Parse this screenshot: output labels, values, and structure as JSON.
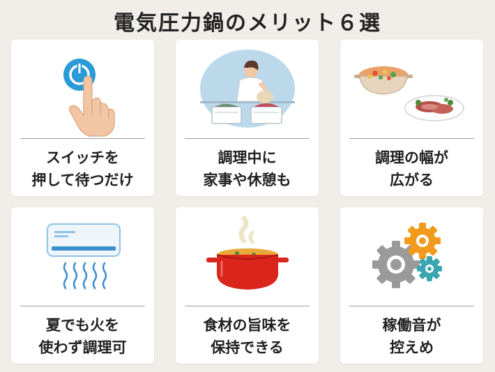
{
  "title": "電気圧力鍋のメリット６選",
  "colors": {
    "background": "#f1ede9",
    "card": "#ffffff",
    "power_blue": "#2a9ad8",
    "pot_red": "#d9251c",
    "gear_orange": "#f29a1c",
    "gear_gray": "#9a9a9a",
    "gear_teal": "#3aa6b0"
  },
  "cards": [
    {
      "line1": "スイッチを",
      "line2": "押して待つだけ",
      "icon": "power-button-hand-icon"
    },
    {
      "line1": "調理中に",
      "line2": "家事や休憩も",
      "icon": "laundry-person-icon"
    },
    {
      "line1": "調理の幅が",
      "line2": "広がる",
      "icon": "dishes-icon"
    },
    {
      "line1": "夏でも火を",
      "line2": "使わず調理可",
      "icon": "air-conditioner-icon"
    },
    {
      "line1": "食材の旨味を",
      "line2": "保持できる",
      "icon": "red-pot-icon"
    },
    {
      "line1": "稼働音が",
      "line2": "控えめ",
      "icon": "gears-icon"
    }
  ]
}
